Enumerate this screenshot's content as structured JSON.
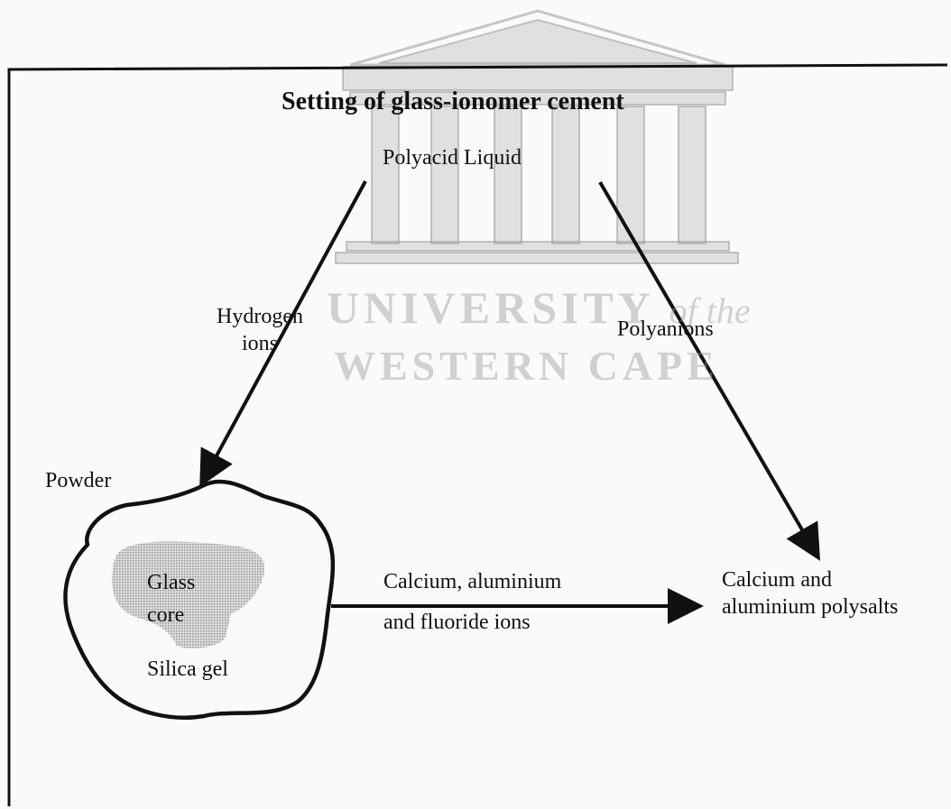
{
  "diagram": {
    "title": "Setting of glass-ionomer cement",
    "liquid_label": "Polyacid Liquid",
    "hydrogen_label": [
      "Hydrogen",
      "ions"
    ],
    "polyanions_label": "Polyanions",
    "powder_label": "Powder",
    "particle_labels": {
      "glass": "Glass",
      "core": "core",
      "silica": "Silica gel"
    },
    "ions_label": [
      "Calcium, aluminium",
      "and fluoride ions"
    ],
    "product_label": [
      "Calcium and",
      "aluminium polysalts"
    ]
  },
  "watermark": {
    "line1": "UNIVERSITY",
    "line1_italic": "of the",
    "line2": "WESTERN CAPE"
  },
  "colors": {
    "ink": "#111111",
    "watermark": "#9a9a9a",
    "core_stipple": "#aaaaaa"
  }
}
